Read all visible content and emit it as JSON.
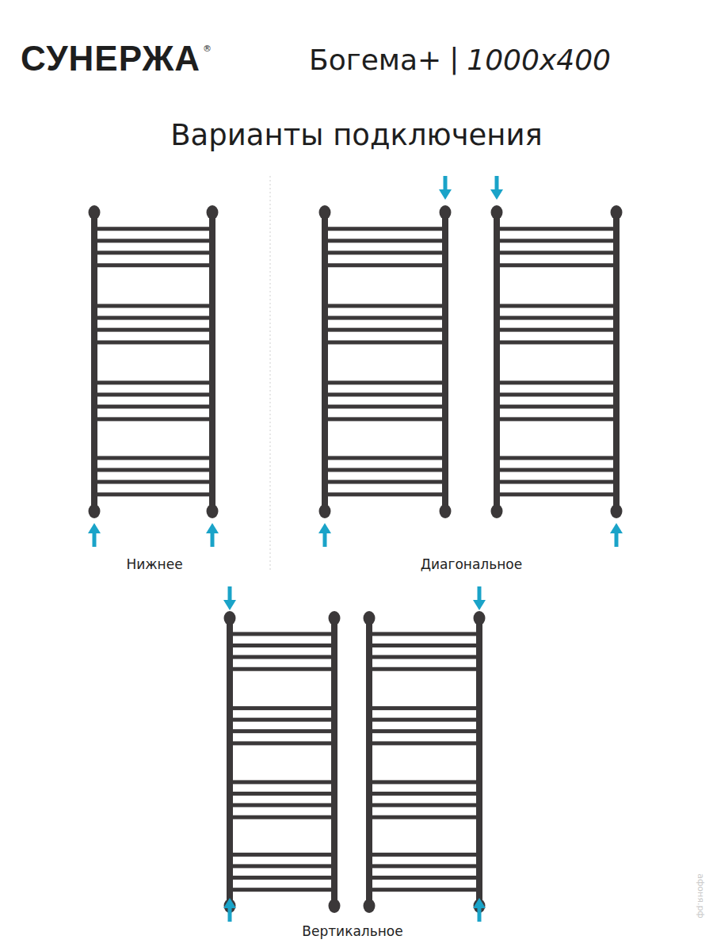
{
  "diagram": {
    "title": "Варианты подключения",
    "labels": [
      "СУНЕРЖА",
      "®",
      "Богема+",
      "|",
      "1000x400",
      "Нижнее",
      "Диагональное",
      "Вертикальное",
      "афоня.рф"
    ]
  }
}
